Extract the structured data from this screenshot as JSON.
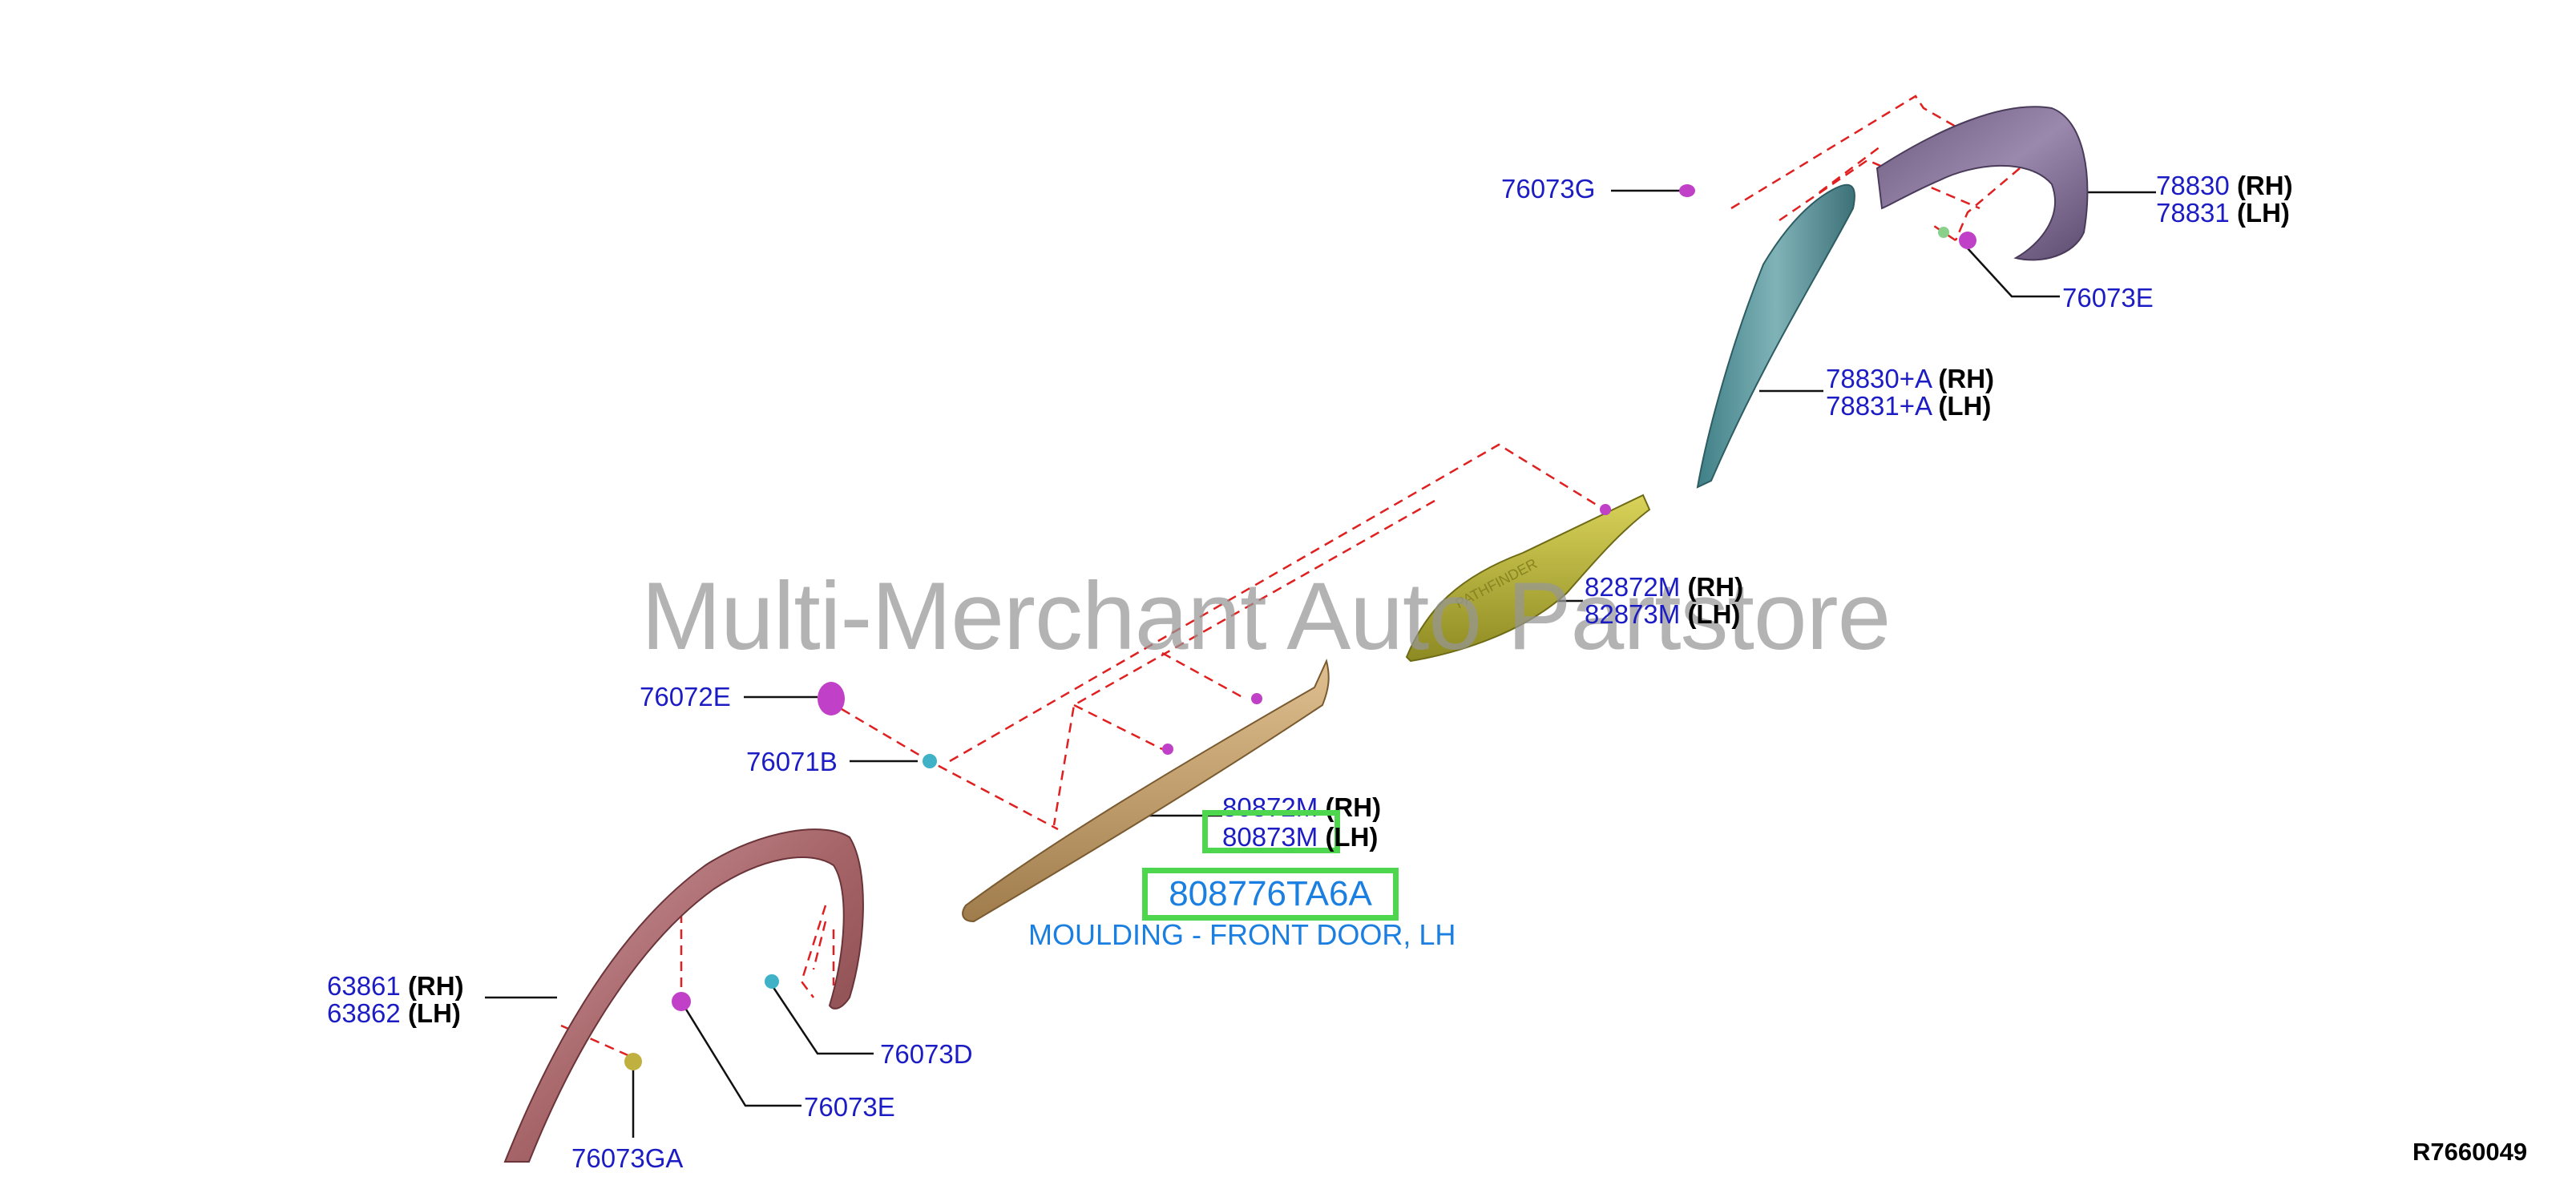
{
  "watermark": "Multi-Merchant Auto Partstore",
  "reference": "R7660049",
  "highlight": {
    "part_number": "808776TA6A",
    "description": "MOULDING - FRONT DOOR, LH"
  },
  "side_rh": "(RH)",
  "side_lh": "(LH)",
  "callouts": {
    "p76073G": "76073G",
    "p78830": "78830",
    "p78831": "78831",
    "p76073E_top": "76073E",
    "p78830A": "78830+A",
    "p78831A": "78831+A",
    "p82872M": "82872M",
    "p82873M": "82873M",
    "p76072E": "76072E",
    "p76071B": "76071B",
    "p80872M": "80872M",
    "p80873M": "80873M",
    "p63861": "63861",
    "p63862": "63862",
    "p76073D": "76073D",
    "p76073E_bottom": "76073E",
    "p76073GA": "76073GA"
  },
  "colors": {
    "label_blue": "#1c1cc4",
    "highlight_green": "#4fd64f",
    "highlight_text": "#1a7fe0",
    "leader_dash": "#e02020"
  }
}
